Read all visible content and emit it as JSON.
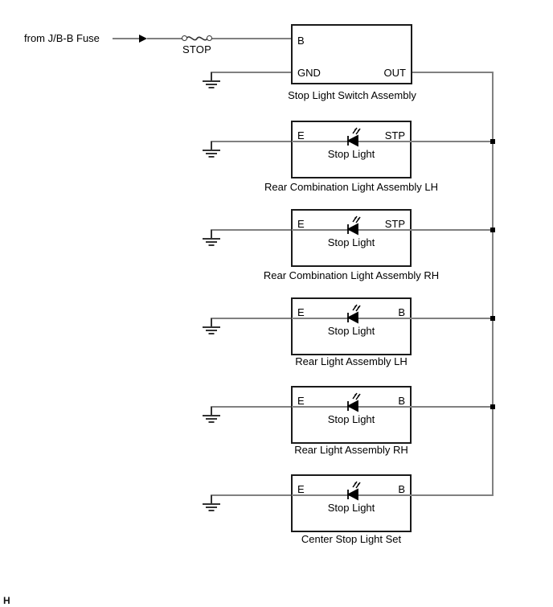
{
  "diagram": {
    "title_mark": "H",
    "source": {
      "label": "from J/B-B Fuse",
      "arrow_icon": "arrow-right-icon"
    },
    "fuse": {
      "label": "STOP",
      "icon": "fuse-symbol-icon"
    },
    "ground_icon": "ground-icon",
    "led_icon": "led-diode-icon",
    "junction_icon": "junction-dot-icon",
    "blocks": [
      {
        "id": "stop-light-switch-assembly",
        "caption": "Stop Light Switch Assembly",
        "terminals": [
          {
            "name": "B",
            "side": "left"
          },
          {
            "name": "GND",
            "side": "left"
          },
          {
            "name": "OUT",
            "side": "right"
          }
        ],
        "part_name": "",
        "has_led": false
      },
      {
        "id": "rear-combination-light-assembly-lh",
        "caption": "Rear Combination Light Assembly LH",
        "terminals": [
          {
            "name": "E",
            "side": "left"
          },
          {
            "name": "STP",
            "side": "right"
          }
        ],
        "part_name": "Stop Light",
        "has_led": true
      },
      {
        "id": "rear-combination-light-assembly-rh",
        "caption": "Rear Combination Light Assembly RH",
        "terminals": [
          {
            "name": "E",
            "side": "left"
          },
          {
            "name": "STP",
            "side": "right"
          }
        ],
        "part_name": "Stop Light",
        "has_led": true
      },
      {
        "id": "rear-light-assembly-lh",
        "caption": "Rear Light Assembly LH",
        "terminals": [
          {
            "name": "E",
            "side": "left"
          },
          {
            "name": "B",
            "side": "right"
          }
        ],
        "part_name": "Stop Light",
        "has_led": true
      },
      {
        "id": "rear-light-assembly-rh",
        "caption": "Rear Light Assembly RH",
        "terminals": [
          {
            "name": "E",
            "side": "left"
          },
          {
            "name": "B",
            "side": "right"
          }
        ],
        "part_name": "Stop Light",
        "has_led": true
      },
      {
        "id": "center-stop-light-set",
        "caption": "Center Stop Light Set",
        "terminals": [
          {
            "name": "E",
            "side": "left"
          },
          {
            "name": "B",
            "side": "right"
          }
        ],
        "part_name": "Stop Light",
        "has_led": true
      }
    ],
    "colors": {
      "wire": "#808080",
      "outline": "#1a1a1a",
      "text": "#000000",
      "background": "#ffffff"
    }
  }
}
